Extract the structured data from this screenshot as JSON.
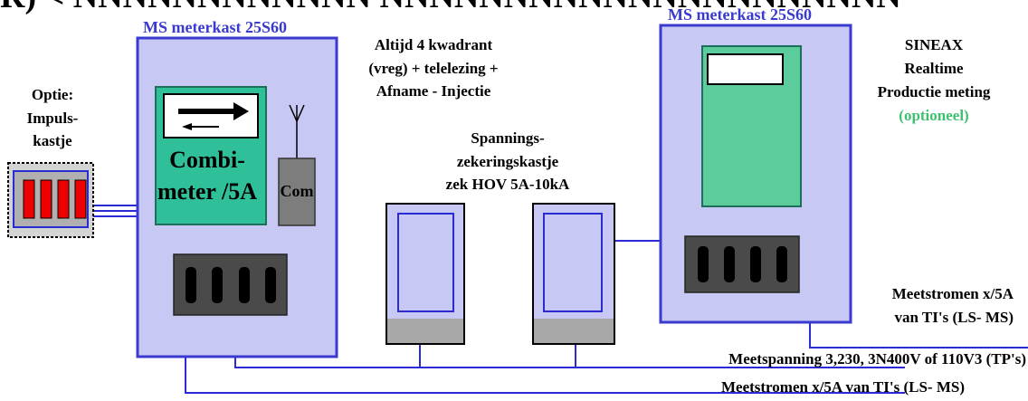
{
  "header": {
    "title_fragment": "R)   <   NNNNNNNNNNNN NNNNNNNNNNNNNNNNNNNNN"
  },
  "left_cabinet": {
    "label": "MS meterkast 25S60",
    "combimeter_line1": "Combi-",
    "combimeter_line2": "meter /5A",
    "com_label": "Com"
  },
  "right_cabinet": {
    "label": "MS meterkast 25S60"
  },
  "impulse_box": {
    "line1": "Optie:",
    "line2": "Impuls-",
    "line3": "kastje"
  },
  "four_quadrant_note": {
    "line1": "Altijd 4 kwadrant",
    "line2": "(vreg) + telelezing +",
    "line3": "Afname - Injectie"
  },
  "voltage_fuse_box": {
    "line1": "Spannings-",
    "line2": "zekeringskastje",
    "line3": "zek HOV 5A-10kA"
  },
  "sineax_note": {
    "line1": "SINEAX",
    "line2": "Realtime",
    "line3": "Productie meting",
    "line4": "(optioneel)"
  },
  "wire_labels": {
    "meetstromen_right_line1": "Meetstromen x/5A",
    "meetstromen_right_line2": "van TI's (LS- MS)",
    "meetspanning": "Meetspanning 3,230, 3N400V of 110V3 (TP's)",
    "meetstromen_bottom": "Meetstromen x/5A van TI's (LS- MS)"
  },
  "colors": {
    "blue_label": "#3a3acc",
    "cabinet_fill": "#c8c8f5",
    "cabinet_stroke": "#3a3ad0",
    "meter_green": "#2fc09a",
    "sineax_green": "#5ccc9c",
    "optional_green": "#3ec070",
    "fuse_red": "#ee0000",
    "terminal_fill": "#4a4a4a",
    "com_fill": "#7d7d7d"
  }
}
